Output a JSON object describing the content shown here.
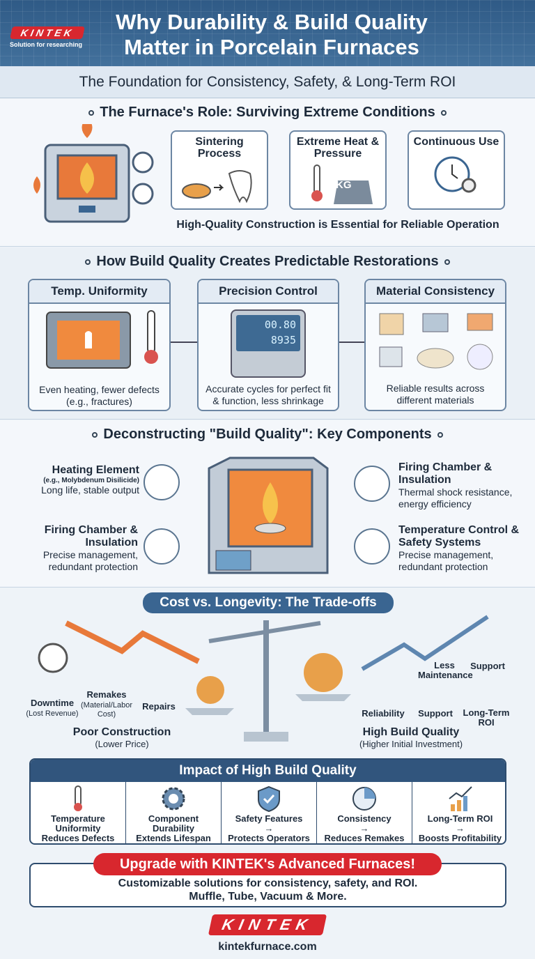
{
  "header": {
    "logo": "KINTEK",
    "logo_tagline": "Solution for researching",
    "title_line1": "Why Durability & Build Quality",
    "title_line2": "Matter in Porcelain Furnaces",
    "subtitle": "The Foundation for Consistency, Safety, & Long-Term ROI"
  },
  "section1": {
    "heading": "The Furnace's Role: Surviving Extreme Conditions",
    "cards": [
      {
        "title": "Sintering Process"
      },
      {
        "title": "Extreme Heat & Pressure",
        "weight_label": "KG"
      },
      {
        "title": "Continuous Use"
      }
    ],
    "caption": "High-Quality Construction is Essential for Reliable Operation"
  },
  "section2": {
    "heading": "How Build Quality Creates Predictable Restorations",
    "cards": [
      {
        "title": "Temp. Uniformity",
        "caption": "Even heating, fewer defects (e.g., fractures)"
      },
      {
        "title": "Precision Control",
        "caption": "Accurate cycles for perfect fit & function, less shrinkage",
        "display_top": "00.80",
        "display_bottom": "8935"
      },
      {
        "title": "Material Consistency",
        "caption": "Reliable results across different materials"
      }
    ]
  },
  "section3": {
    "heading": "Deconstructing \"Build Quality\": Key Components",
    "components": [
      {
        "title": "Heating Element",
        "note": "(e.g., Molybdenum Disilicide)",
        "desc": "Long life, stable output"
      },
      {
        "title": "Firing Chamber & Insulation",
        "desc": "Precise management, redundant protection"
      },
      {
        "title": "Firing Chamber & Insulation",
        "desc": "Thermal shock resistance, energy efficiency"
      },
      {
        "title": "Temperature Control & Safety Systems",
        "desc": "Precise management, redundant protection"
      }
    ]
  },
  "section4": {
    "heading": "Cost vs. Longevity: The Trade-offs",
    "poor": {
      "title": "Poor Construction",
      "sub": "(Lower Price)",
      "items": [
        {
          "label": "Downtime",
          "sub": "(Lost Revenue)"
        },
        {
          "label": "Remakes",
          "sub": "(Material/Labor Cost)"
        },
        {
          "label": "Repairs"
        }
      ]
    },
    "high": {
      "title": "High Build Quality",
      "sub": "(Higher Initial Investment)",
      "items": [
        {
          "label": "Reliability"
        },
        {
          "label": "Less Maintenance"
        },
        {
          "label": "Support"
        },
        {
          "label": "Support"
        },
        {
          "label": "Long-Term ROI"
        }
      ]
    }
  },
  "impact": {
    "heading": "Impact of High Build Quality",
    "items": [
      {
        "l1": "Temperature",
        "l2": "Uniformity",
        "l3": "Reduces Defects"
      },
      {
        "l1": "Component",
        "l2": "Durability",
        "l3": "Extends Lifespan"
      },
      {
        "l1": "Safety Features",
        "l2": "→",
        "l3": "Protects Operators"
      },
      {
        "l1": "Consistency",
        "l2": "→",
        "l3": "Reduces Remakes"
      },
      {
        "l1": "Long-Term ROI",
        "l2": "→",
        "l3": "Boosts Profitability"
      }
    ]
  },
  "cta": {
    "banner": "Upgrade with KINTEK's Advanced Furnaces!",
    "line1": "Customizable solutions for consistency, safety, and ROI.",
    "line2": "Muffle, Tube, Vacuum & More.",
    "logo": "KINTEK",
    "url": "kintekfurnace.com"
  },
  "colors": {
    "navy": "#2f5a86",
    "red": "#d8272e",
    "orange": "#e8793a",
    "accent_blue": "#3a6591"
  }
}
